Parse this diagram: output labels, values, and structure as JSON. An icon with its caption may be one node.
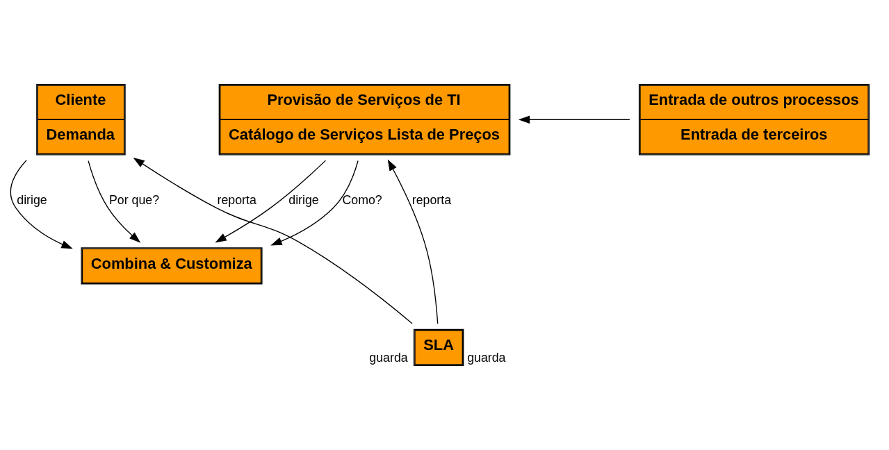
{
  "diagram": {
    "nodes": [
      {
        "text": [
          "Cliente",
          "Demanda"
        ]
      },
      {
        "text": [
          "Provisão de Serviços de TI",
          "Catálogo de Serviços Lista de Preços"
        ]
      },
      {
        "text": [
          "Entrada de outros processos",
          "Entrada de terceiros"
        ]
      },
      {
        "text": [
          "Combina & Customiza"
        ]
      },
      {
        "text": [
          "SLA"
        ],
        "beside": [
          "guarda",
          "guarda"
        ]
      }
    ],
    "edges": [
      {
        "from": 0,
        "to": 3,
        "arrow": "to",
        "label": "dirige"
      },
      {
        "from": 1,
        "to": 3,
        "arrow": "to",
        "label": "dirige"
      },
      {
        "from": 0,
        "to": 3,
        "arrow": "to",
        "label": "Por que?"
      },
      {
        "from": 1,
        "to": 3,
        "arrow": "to",
        "label": "Como?"
      },
      {
        "from": 4,
        "to": 0,
        "arrow": "to",
        "label": "reporta"
      },
      {
        "from": 4,
        "to": 1,
        "arrow": "to",
        "label": "reporta"
      },
      {
        "from": 2,
        "to": 1,
        "arrow": "to"
      }
    ]
  }
}
